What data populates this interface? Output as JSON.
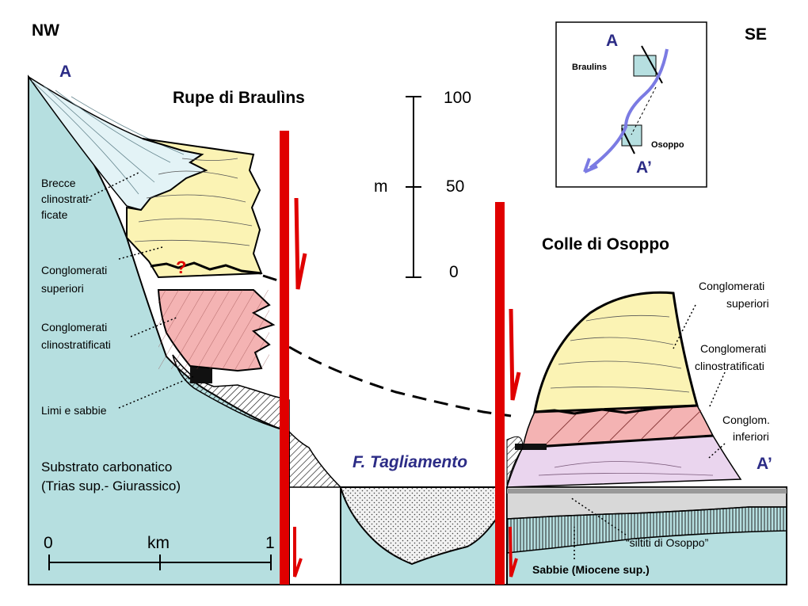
{
  "orientation": {
    "left": "NW",
    "right": "SE"
  },
  "section_points": {
    "start": "A",
    "end": "A’"
  },
  "titles": {
    "left_site": "Rupe di Braulìns",
    "right_site": "Colle di Osoppo"
  },
  "river_label": "F. Tagliamento",
  "left_units": {
    "brecce": [
      "Brecce",
      "clinostrati-",
      "ficate"
    ],
    "superiori": [
      "Conglomerati",
      "superiori"
    ],
    "clino": [
      "Conglomerati",
      "clinostratificati"
    ],
    "limi": "Limi e sabbie",
    "unknown_contact": "?"
  },
  "substrate": [
    "Substrato carbonatico",
    "(Trias sup.- Giurassico)"
  ],
  "right_units": {
    "superiori": [
      "Conglomerati",
      "superiori"
    ],
    "clino": [
      "Conglomerati",
      "clinostratificati"
    ],
    "inferiori": [
      "Conglom.",
      "inferiori"
    ],
    "siltiti": "“siltiti di Osoppo”",
    "sabbie": "Sabbie (Miocene sup.)"
  },
  "vertical_scale": {
    "unit": "m",
    "ticks": [
      "100",
      "50",
      "0"
    ]
  },
  "horizontal_scale": {
    "unit": "km",
    "ticks": [
      "0",
      "1"
    ]
  },
  "inset_map": {
    "top_label": "A",
    "bottom_label": "A’",
    "braulins": "Braulins",
    "osoppo": "Osoppo"
  },
  "colors": {
    "substrate": "#b6dfe0",
    "breccia": "#e3f3f6",
    "conglomerati_superiori": "#fbf3b4",
    "conglomerati_clino": "#f4b3b3",
    "conglomerati_inferiori": "#ead5ee",
    "fault": "#e00000",
    "river_arrow": "#7b7be3",
    "label_blue": "#2c2c86"
  }
}
